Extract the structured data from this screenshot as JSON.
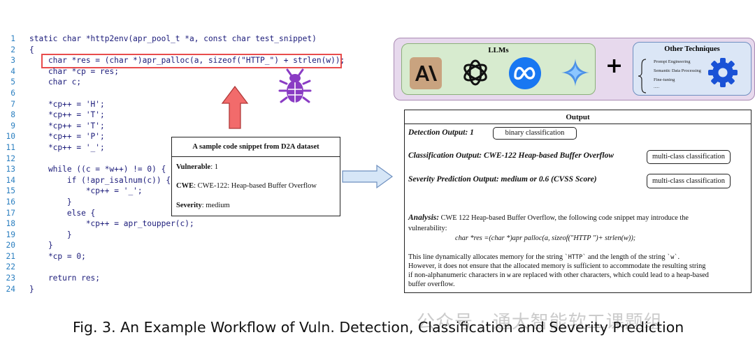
{
  "code": {
    "lines": [
      {
        "n": "1",
        "text": "static char *http2env(apr_pool_t *a, const char test_snippet)"
      },
      {
        "n": "2",
        "text": "{"
      },
      {
        "n": "3",
        "text": "    char *res = (char *)apr_palloc(a, sizeof(\"HTTP_\") + strlen(w));"
      },
      {
        "n": "4",
        "text": "    char *cp = res;"
      },
      {
        "n": "5",
        "text": "    char c;"
      },
      {
        "n": "6",
        "text": ""
      },
      {
        "n": "7",
        "text": "    *cp++ = 'H';"
      },
      {
        "n": "8",
        "text": "    *cp++ = 'T';"
      },
      {
        "n": "9",
        "text": "    *cp++ = 'T';"
      },
      {
        "n": "10",
        "text": "    *cp++ = 'P';"
      },
      {
        "n": "11",
        "text": "    *cp++ = '_';"
      },
      {
        "n": "12",
        "text": ""
      },
      {
        "n": "13",
        "text": "    while ((c = *w++) != 0) {"
      },
      {
        "n": "14",
        "text": "        if (!apr_isalnum(c)) {"
      },
      {
        "n": "15",
        "text": "            *cp++ = '_';"
      },
      {
        "n": "16",
        "text": "        }"
      },
      {
        "n": "17",
        "text": "        else {"
      },
      {
        "n": "18",
        "text": "            *cp++ = apr_toupper(c);"
      },
      {
        "n": "19",
        "text": "        }"
      },
      {
        "n": "20",
        "text": "    }"
      },
      {
        "n": "21",
        "text": "    *cp = 0;"
      },
      {
        "n": "22",
        "text": ""
      },
      {
        "n": "23",
        "text": "    return res;"
      },
      {
        "n": "24",
        "text": "}"
      }
    ]
  },
  "sample": {
    "title": "A sample code snippet from D2A dataset",
    "vulnerable_key": "Vulnerable",
    "vulnerable_val": ": 1",
    "cwe_key": "CWE",
    "cwe_val": ": CWE-122: Heap-based Buffer Overflow",
    "severity_key": "Severity",
    "severity_val": ": medium"
  },
  "llms": {
    "title": "LLMs",
    "icons": [
      "anthropic-icon",
      "openai-icon",
      "meta-icon",
      "gemini-icon"
    ],
    "plus": "+"
  },
  "techniques": {
    "title": "Other Techniques",
    "items": [
      "Prompt Engineering",
      "Semantic Data Processing",
      "Fine-tuning",
      "....."
    ],
    "icon": "gear-icon"
  },
  "output": {
    "title": "Output",
    "detection": "Detection Output: 1",
    "detection_tag": "binary classification",
    "classification": "Classification Output: CWE-122 Heap-based Buffer Overflow",
    "classification_tag": "multi-class classification",
    "severity": "Severity Prediction Output: medium or 0.6 (CVSS Score)",
    "severity_tag": "multi-class classification",
    "analysis_label": "Analysis:",
    "analysis_text1": " CWE 122 Heap-based Buffer Overflow, the following code snippet may introduce the",
    "analysis_text2": "vulnerability:",
    "analysis_code": "char *res =(char *)apr palloc(a, sizeof(\"HTTP \")+ strlen(w));",
    "explain1_a": "This line dynamically allocates memory for the string ",
    "explain1_code1": "`HTTP`",
    "explain1_b": " and the length of the string ",
    "explain1_code2": "`w`",
    "explain1_c": ".",
    "explain2": "However, it does not ensure that the allocated memory is sufficient to accommodate the resulting string",
    "explain3_a": "if non-alphanumeric characters in ",
    "explain3_code": "w",
    "explain3_b": " are replaced with other characters, which could lead to a heap-based",
    "explain4": "buffer overflow."
  },
  "caption": "Fig. 3.  An Example Workflow of Vuln. Detection, Classification and Severity Prediction",
  "watermark": "公众号 · 通大智能软工课题组",
  "colors": {
    "highlight": "#e84c4c",
    "arrow_red": "#f26b6b",
    "arrow_blue": "#d6e6f7",
    "llm_bg": "#e7d9ed",
    "llm_inner": "#d7ebcf",
    "tech_bg": "#dbe6f6",
    "bug": "#8a3cc4"
  }
}
